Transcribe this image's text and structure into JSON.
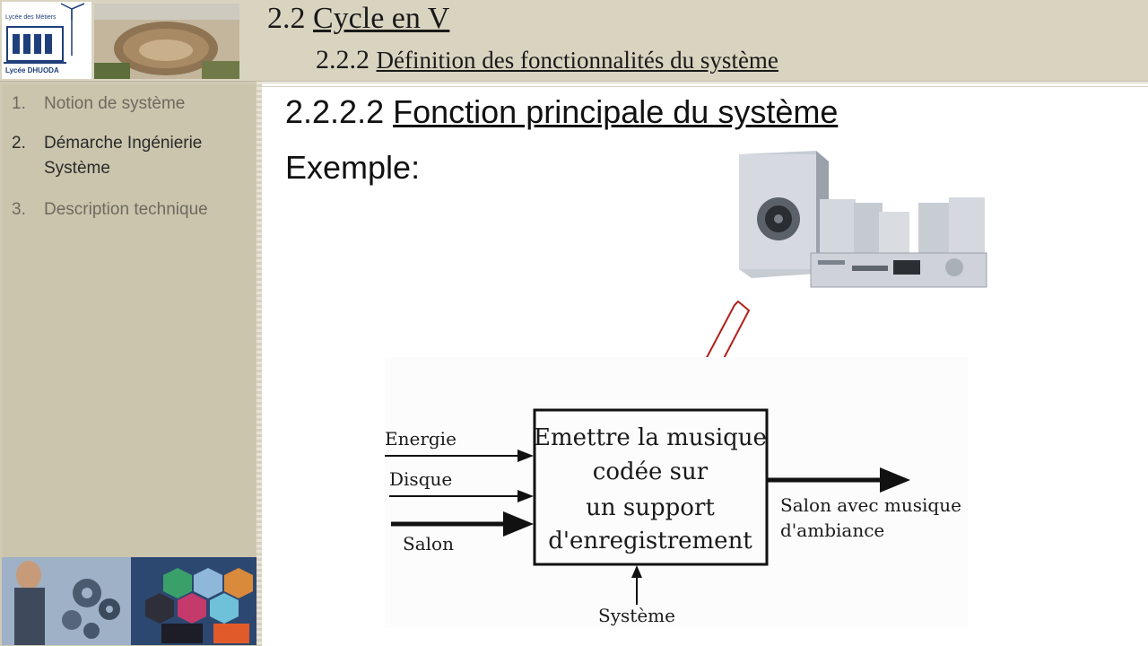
{
  "header": {
    "logo": {
      "line1": "Lycée des Métiers",
      "line2": "Lycée DHUODA"
    },
    "title_number": "2.2",
    "title_text": "Cycle en V",
    "subtitle_number": "2.2.2",
    "subtitle_text": "Définition des fonctionnalités du système"
  },
  "sidebar": {
    "items": [
      {
        "num": "1.",
        "label": "Notion de système",
        "state": "dim"
      },
      {
        "num": "2.",
        "label": "Démarche Ingénierie Système",
        "state": "active"
      },
      {
        "num": "3.",
        "label": "Description technique",
        "state": "dim"
      }
    ]
  },
  "content": {
    "section_number": "2.2.2.2",
    "section_text": "Fonction principale du système",
    "example_label": "Exemple:"
  },
  "diagram": {
    "function_lines": [
      "Emettre la musique",
      "codée sur",
      "un support",
      "d'enregistrement"
    ],
    "inputs": [
      "Energie",
      "Disque",
      "Salon"
    ],
    "output_lines": [
      "Salon avec musique",
      "d'ambiance"
    ],
    "control": "Système"
  },
  "colors": {
    "header_bg": "#d9d4c0",
    "sidebar_bg": "#cbc5ae",
    "arrow_red": "#b0201c"
  }
}
